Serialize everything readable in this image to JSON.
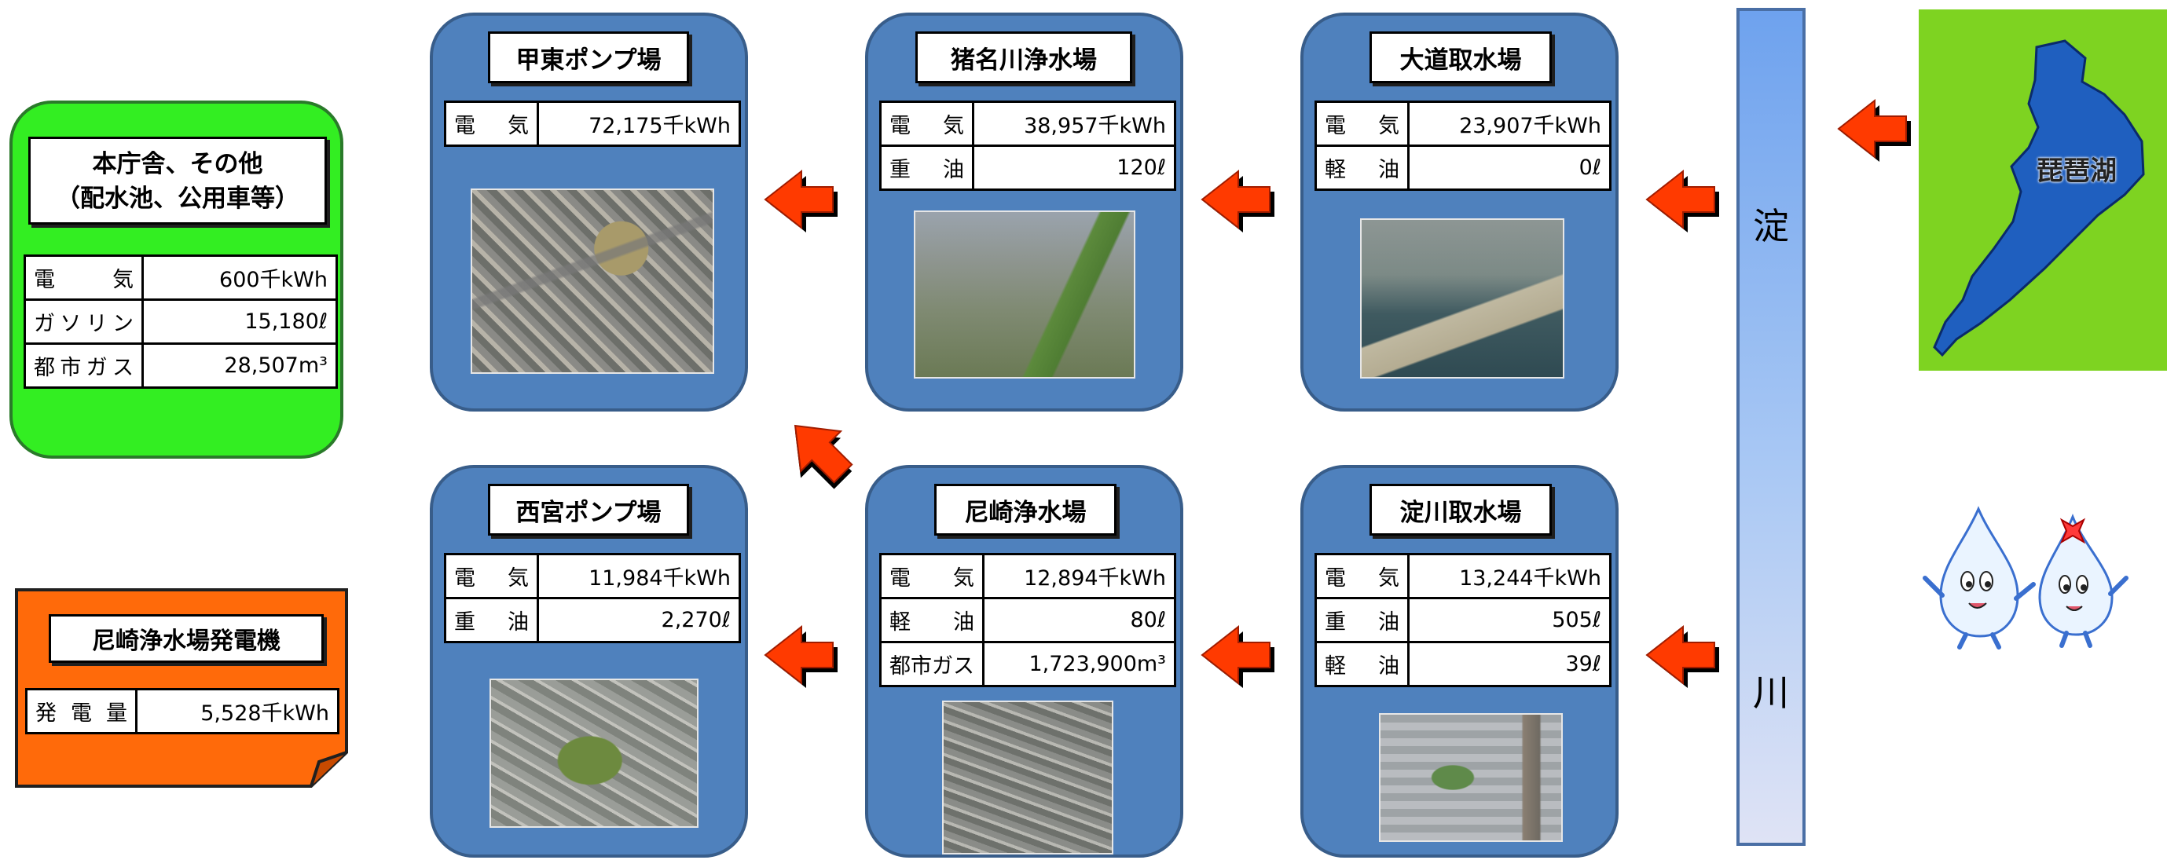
{
  "river": {
    "char1": "淀",
    "char2": "川"
  },
  "lake": {
    "name": "琵琶湖"
  },
  "office": {
    "title_line1": "本庁舎、その他",
    "title_line2": "（配水池、公用車等）",
    "rows": [
      {
        "label": "電　気",
        "value": "600千kWh"
      },
      {
        "label": "ガソリン",
        "value": "15,180ℓ"
      },
      {
        "label": "都市ガス",
        "value": "28,507m³"
      }
    ]
  },
  "generator": {
    "title": "尼崎浄水場発電機",
    "rows": [
      {
        "label": "発電量",
        "value": "5,528千kWh"
      }
    ]
  },
  "facilities": {
    "koto": {
      "title": "甲東ポンプ場",
      "rows": [
        {
          "label": "電　気",
          "value": "72,175千kWh"
        }
      ]
    },
    "inagawa": {
      "title": "猪名川浄水場",
      "rows": [
        {
          "label": "電　気",
          "value": "38,957千kWh"
        },
        {
          "label": "重　油",
          "value": "120ℓ"
        }
      ]
    },
    "omichi": {
      "title": "大道取水場",
      "rows": [
        {
          "label": "電　気",
          "value": "23,907千kWh"
        },
        {
          "label": "軽　油",
          "value": "0ℓ"
        }
      ]
    },
    "nishinomiya": {
      "title": "西宮ポンプ場",
      "rows": [
        {
          "label": "電　気",
          "value": "11,984千kWh"
        },
        {
          "label": "重　油",
          "value": "2,270ℓ"
        }
      ]
    },
    "amagasaki": {
      "title": "尼崎浄水場",
      "rows": [
        {
          "label": "電　気",
          "value": "12,894千kWh"
        },
        {
          "label": "軽　油",
          "value": "80ℓ"
        },
        {
          "label": "都市ガス",
          "value": "1,723,900m³"
        }
      ]
    },
    "yodogawa": {
      "title": "淀川取水場",
      "rows": [
        {
          "label": "電　気",
          "value": "13,244千kWh"
        },
        {
          "label": "重　油",
          "value": "505ℓ"
        },
        {
          "label": "軽　油",
          "value": "39ℓ"
        }
      ]
    }
  },
  "colors": {
    "card": "#4f81bd",
    "card_border": "#385d8a",
    "office": "#33ee22",
    "generator": "#ff6a0a",
    "arrow": "#ff3a00",
    "lake_land": "#7ed321",
    "lake_water": "#1f5fbf"
  }
}
